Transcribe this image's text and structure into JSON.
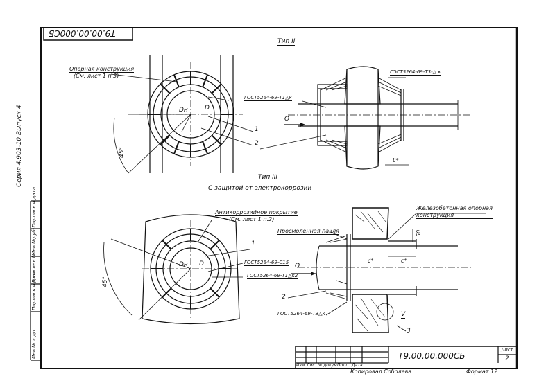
{
  "drawing": {
    "top_code": "Т9.00.00.000СБ",
    "series_text": "Серия 4.903-10  Выпуск 4",
    "views": {
      "type2": {
        "title": "Тип II",
        "labels": {
          "support": "Опорная конструкция",
          "support_ref": "(См. лист 1 п.3)",
          "gost_weld_left": "ГОСТ5264-69-Т1△к",
          "gost_weld_right": "ГОСТ5264-69-Т3-△ к",
          "dn": "Dн",
          "d": "D",
          "q": "Q",
          "l": "L*",
          "angle": "45°",
          "one": "1",
          "two": "2"
        }
      },
      "type3": {
        "title": "Тип III",
        "subtitle": "С защитой от электрокоррозии",
        "labels": {
          "coating": "Антикоррозийное покрытие",
          "coating_ref": "(См. лист 1 п.2)",
          "tow": "Просмоленная пакля",
          "concrete": "Железобетонная опорная конструкция",
          "gost_c15": "ГОСТ5264-69-С15",
          "gost_t1": "ГОСТ5264-69-Т1△к2",
          "gost_t3": "ГОСТ5264-69-Т3△к",
          "dn": "Dн",
          "d": "D",
          "q": "Q",
          "c": "c*",
          "c2": "c*",
          "dim50": "50",
          "roman5": "V",
          "angle": "45°",
          "one": "1",
          "two": "2",
          "three": "3"
        }
      }
    },
    "side_strip": {
      "labels": [
        "Инв.№подл.",
        "Подпись и дата",
        "Взам.инв.№",
        "Инв.№дубл.",
        "Подпись и дата"
      ]
    },
    "title_block": {
      "code": "Т9.00.00.000СБ",
      "sheet_label": "Лист",
      "sheet_no": "2",
      "columns": [
        "Изм.",
        "Лист",
        "№ докум.",
        "Подп.",
        "Дата"
      ],
      "copied": "Копировал Соболева",
      "format": "Формат 12"
    }
  }
}
